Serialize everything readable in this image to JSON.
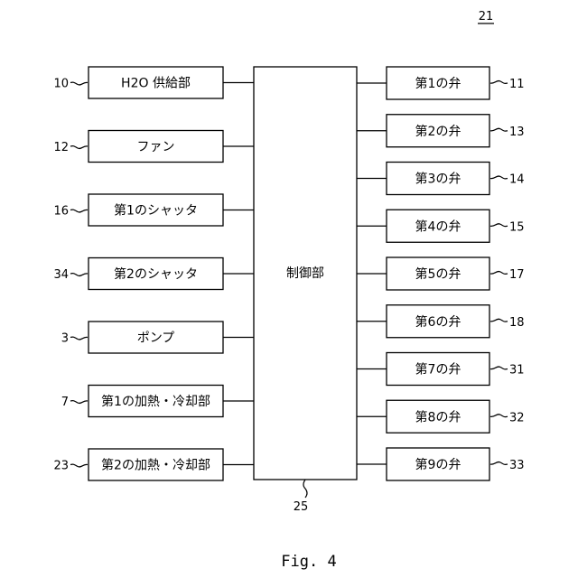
{
  "diagram_ref": "21",
  "controller": {
    "label": "制御部",
    "ref": "25"
  },
  "left_blocks": [
    {
      "ref": "10",
      "label": "H2O 供給部"
    },
    {
      "ref": "12",
      "label": "ファン"
    },
    {
      "ref": "16",
      "label": "第1のシャッタ"
    },
    {
      "ref": "34",
      "label": "第2のシャッタ"
    },
    {
      "ref": "3",
      "label": "ポンプ"
    },
    {
      "ref": "7",
      "label": "第1の加熱・冷却部"
    },
    {
      "ref": "23",
      "label": "第2の加熱・冷却部"
    }
  ],
  "right_blocks": [
    {
      "ref": "11",
      "label": "第1の弁"
    },
    {
      "ref": "13",
      "label": "第2の弁"
    },
    {
      "ref": "14",
      "label": "第3の弁"
    },
    {
      "ref": "15",
      "label": "第4の弁"
    },
    {
      "ref": "17",
      "label": "第5の弁"
    },
    {
      "ref": "18",
      "label": "第6の弁"
    },
    {
      "ref": "31",
      "label": "第7の弁"
    },
    {
      "ref": "32",
      "label": "第8の弁"
    },
    {
      "ref": "33",
      "label": "第9の弁"
    }
  ],
  "figure_caption": "Fig. 4"
}
